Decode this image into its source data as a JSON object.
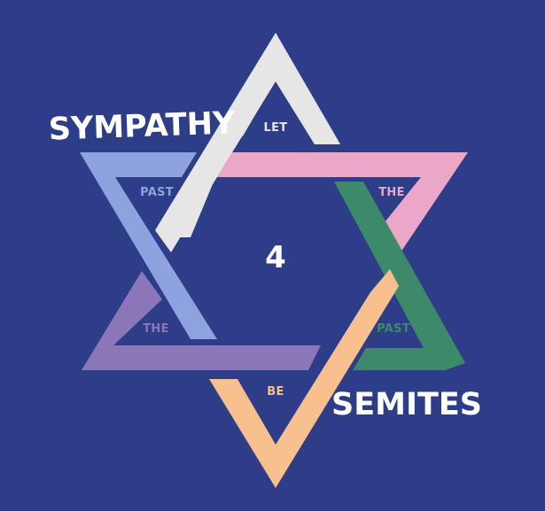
{
  "background_color": "#2e3d87",
  "heading_left": "SYMPATHY",
  "heading_right": "SEMITES",
  "center_text": "4",
  "segments": {
    "top": {
      "label": "LET",
      "color": "#e6e6e6",
      "label_color": "#e6e6e6"
    },
    "top_right": {
      "label": "THE",
      "color": "#eaa7c8",
      "label_color": "#eaa7c8"
    },
    "bottom_right": {
      "label": "PAST",
      "color": "#3d8a6b",
      "label_color": "#3d8a6b"
    },
    "bottom": {
      "label": "BE",
      "color": "#f7c08e",
      "label_color": "#f7c08e"
    },
    "bottom_left": {
      "label": "THE",
      "color": "#8a76b8",
      "label_color": "#8a76b8"
    },
    "top_left": {
      "label": "PAST",
      "color": "#8da2de",
      "label_color": "#8da2de"
    }
  }
}
